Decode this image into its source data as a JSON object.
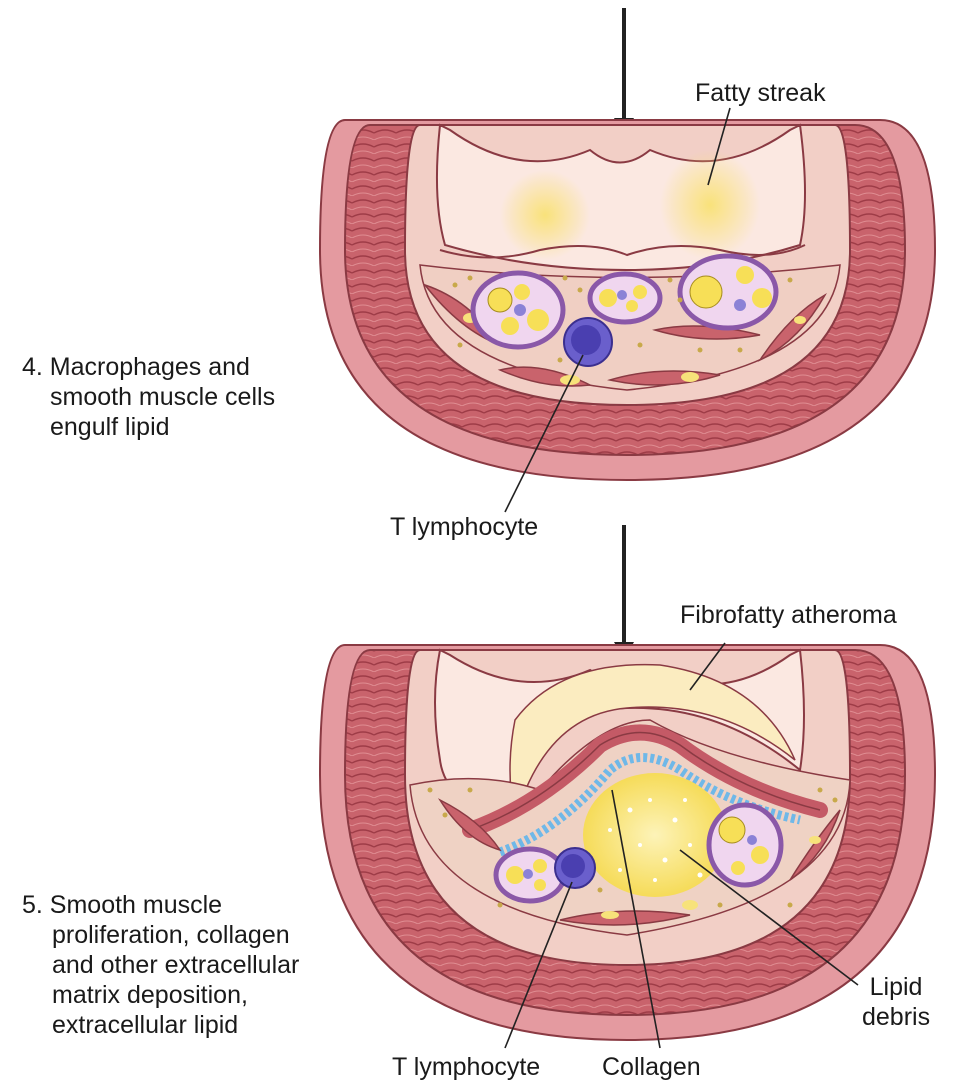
{
  "stage4": {
    "caption_lines": [
      "4. Macrophages and",
      "smooth muscle cells",
      "engulf lipid"
    ],
    "label_fatty_streak": "Fatty streak",
    "label_t_lymphocyte": "T lymphocyte"
  },
  "stage5": {
    "caption_lines": [
      "5. Smooth muscle",
      "proliferation, collagen",
      "and other extracellular",
      "matrix deposition,",
      "extracellular lipid"
    ],
    "label_fibrofatty": "Fibrofatty atheroma",
    "label_lipid_debris_lines": [
      "Lipid",
      "debris"
    ],
    "label_t_lymphocyte": "T lymphocyte",
    "label_collagen": "Collagen"
  },
  "colors": {
    "adventitia": "#d9868c",
    "media": "#c45a66",
    "intima": "#f5d6cf",
    "lumen": "#fbe9e3",
    "lipid": "#f7e27a",
    "macrophage": "#9d6fb8",
    "lymphocyte": "#5b4fbf",
    "collagen": "#5aa9e0"
  }
}
